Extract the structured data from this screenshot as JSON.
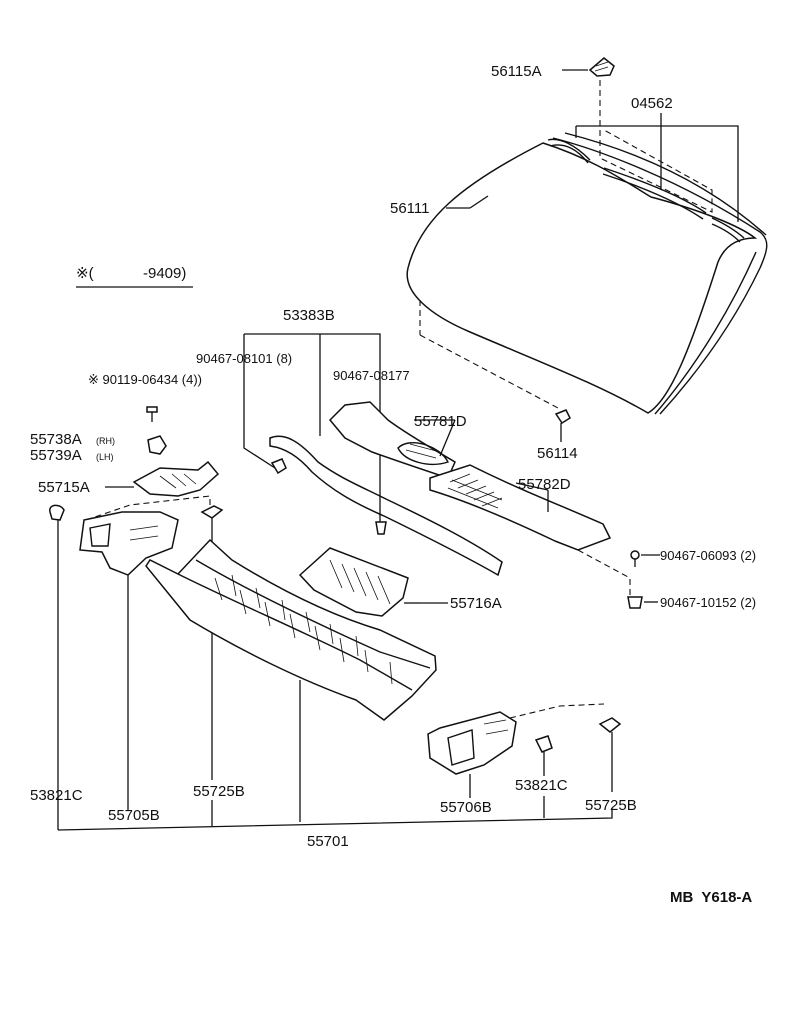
{
  "diagram_code": "MB  Y618-A",
  "note": {
    "symbol": "※(",
    "range": "-9409)"
  },
  "labels": {
    "p56115A": "56115A",
    "p04562": "04562",
    "p56111": "56111",
    "p53383B": "53383B",
    "p90467_08101": "90467-08101 (8)",
    "p90467_08177": "90467-08177",
    "p90119": "※ 90119-06434 (4))",
    "p55781D": "55781D",
    "p55738A": "55738A",
    "p55738A_side": "(RH)",
    "p55739A": "55739A",
    "p55739A_side": "(LH)",
    "p56114": "56114",
    "p55715A": "55715A",
    "p55782D": "55782D",
    "p90467_06093": "90467-06093 (2)",
    "p90467_10152": "90467-10152 (2)",
    "p55716A": "55716A",
    "p53821C_left": "53821C",
    "p55705B": "55705B",
    "p55725B_left": "55725B",
    "p55706B": "55706B",
    "p53821C_right": "53821C",
    "p55725B_right": "55725B",
    "p55701": "55701"
  }
}
